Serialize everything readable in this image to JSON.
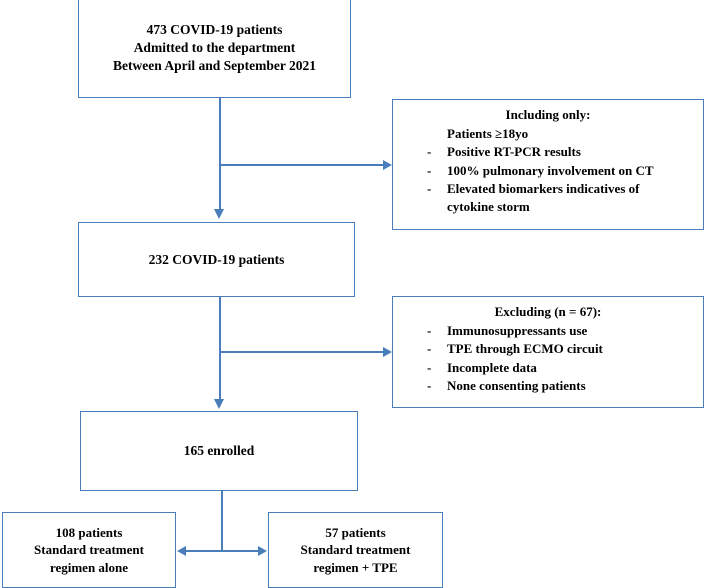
{
  "diagram": {
    "type": "patient-flow-diagram",
    "accent_color": "#4a7ebb",
    "text_color": "#000000",
    "background": "#ffffff"
  },
  "nodes": {
    "cohort_initial": {
      "line1": "473 COVID-19 patients",
      "line2": "Admitted to the department",
      "line3": "Between April and September 2021"
    },
    "cohort_screened": {
      "line1": "232 COVID-19 patients"
    },
    "enrolled": {
      "line1": "165 enrolled"
    },
    "arm_standard": {
      "line1": "108 patients",
      "line2": "Standard treatment",
      "line3": "regimen alone"
    },
    "arm_tpe": {
      "line1": "57 patients",
      "line2": "Standard treatment",
      "line3": "regimen + TPE"
    }
  },
  "inclusion": {
    "title": "Including only:",
    "dash": "-",
    "items": [
      {
        "text": "Patients ≥18yo",
        "bulleted": false
      },
      {
        "text": "Positive RT-PCR results",
        "bulleted": true
      },
      {
        "text": "100% pulmonary involvement on CT",
        "bulleted": true
      },
      {
        "text": "Elevated biomarkers indicatives of",
        "bulleted": true
      },
      {
        "text": "cytokine storm",
        "bulleted": false
      }
    ]
  },
  "exclusion": {
    "title": "Excluding (n = 67):",
    "dash": "-",
    "items": [
      {
        "text": "Immunosuppressants use",
        "bulleted": true
      },
      {
        "text": "TPE through ECMO circuit",
        "bulleted": true
      },
      {
        "text": "Incomplete data",
        "bulleted": true
      },
      {
        "text": "None consenting patients",
        "bulleted": true
      }
    ]
  }
}
